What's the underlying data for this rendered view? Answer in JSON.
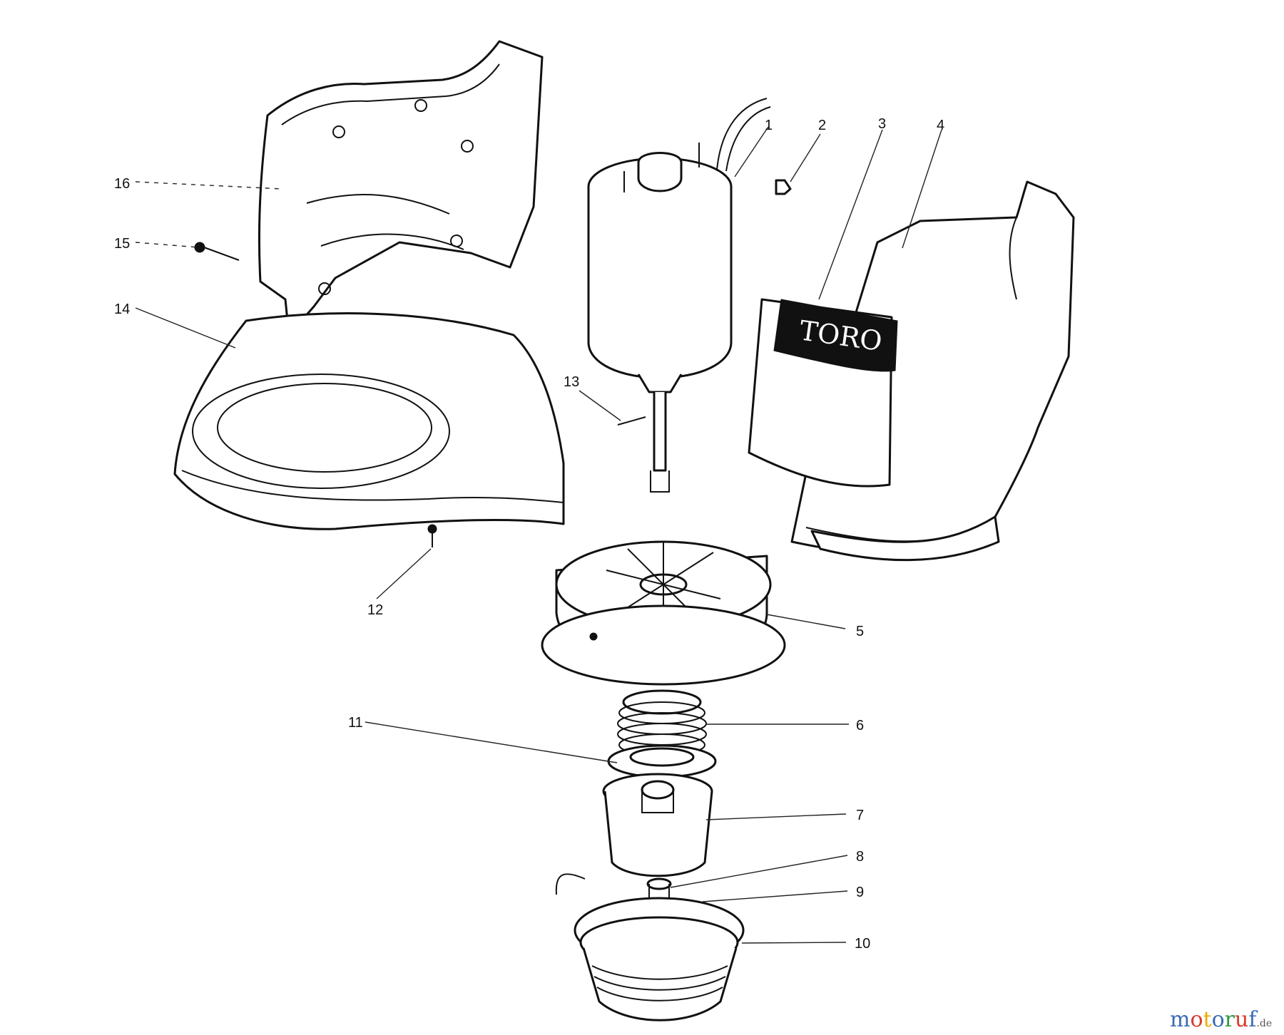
{
  "diagram": {
    "callouts": [
      {
        "label": "1"
      },
      {
        "label": "2"
      },
      {
        "label": "3"
      },
      {
        "label": "4"
      },
      {
        "label": "5"
      },
      {
        "label": "6"
      },
      {
        "label": "7"
      },
      {
        "label": "8"
      },
      {
        "label": "9"
      },
      {
        "label": "10"
      },
      {
        "label": "11"
      },
      {
        "label": "12"
      },
      {
        "label": "13"
      },
      {
        "label": "14"
      },
      {
        "label": "15"
      },
      {
        "label": "16"
      }
    ],
    "decal_text": "TORO"
  },
  "watermark": {
    "letters": [
      "m",
      "o",
      "t",
      "o",
      "r",
      "u",
      "f"
    ],
    "suffix": ".de",
    "colors": [
      "#3a6bb5",
      "#d93a2b",
      "#f2a900",
      "#3a6bb5",
      "#2e9a46",
      "#d93a2b",
      "#3a6bb5"
    ]
  }
}
